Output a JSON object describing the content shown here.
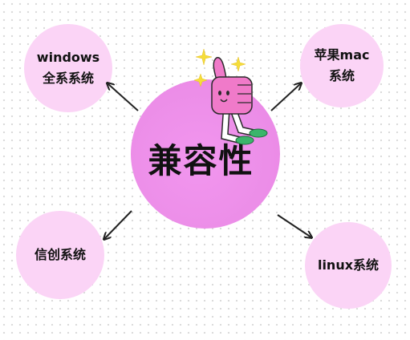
{
  "center": {
    "label": "兼容性"
  },
  "nodes": [
    {
      "id": "windows",
      "lines": [
        "windows",
        "全系系统"
      ]
    },
    {
      "id": "mac",
      "lines": [
        "苹果mac",
        "系统"
      ]
    },
    {
      "id": "xinchuang",
      "lines": [
        "信创系统"
      ]
    },
    {
      "id": "linux",
      "lines": [
        "linux系统"
      ]
    }
  ],
  "colors": {
    "center_fill": "#ec8ee8",
    "node_fill": "#fbd4f6",
    "text": "#111111",
    "sparkle": "#f5dd3a"
  },
  "icons": [
    "thumbs-up-icon",
    "sparkle-icon"
  ]
}
